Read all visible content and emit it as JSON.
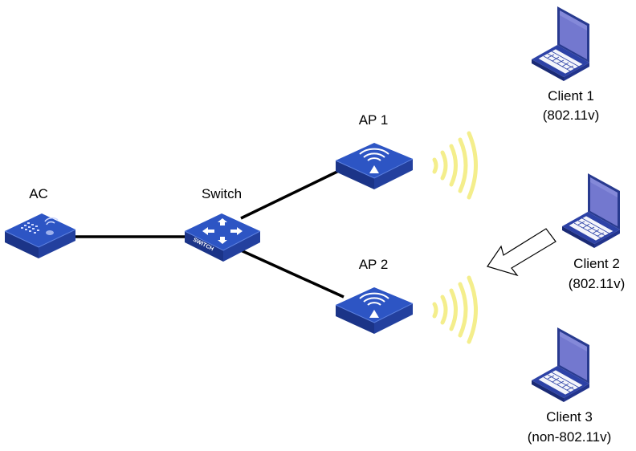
{
  "nodes": {
    "ac": {
      "label": "AC"
    },
    "switch": {
      "label": "Switch",
      "face_text": "SWITCH"
    },
    "ap1": {
      "label": "AP 1"
    },
    "ap2": {
      "label": "AP 2"
    },
    "client1": {
      "label": "Client 1",
      "sublabel": "(802.11v)"
    },
    "client2": {
      "label": "Client 2",
      "sublabel": "(802.11v)"
    },
    "client3": {
      "label": "Client 3",
      "sublabel": "(non-802.11v)"
    }
  },
  "edges": [
    {
      "from": "ac",
      "to": "switch"
    },
    {
      "from": "switch",
      "to": "ap1"
    },
    {
      "from": "switch",
      "to": "ap2"
    }
  ],
  "roaming_arrow": {
    "from": "client2",
    "toward": "ap2"
  },
  "colors": {
    "device_top": "#2b4fb6",
    "device_side": "#1b3488",
    "device_edge": "#4a6fd4",
    "laptop_screen": "#6f73c9",
    "wireless_waves": "#f4ee8c",
    "link": "#000000",
    "arrow_outline": "#000000"
  },
  "icons": {
    "ac": "wireless-controller-icon",
    "switch": "switch-icon",
    "ap": "access-point-icon",
    "client": "laptop-icon",
    "signal": "wireless-signal-icon",
    "arrow": "roaming-arrow-icon"
  }
}
